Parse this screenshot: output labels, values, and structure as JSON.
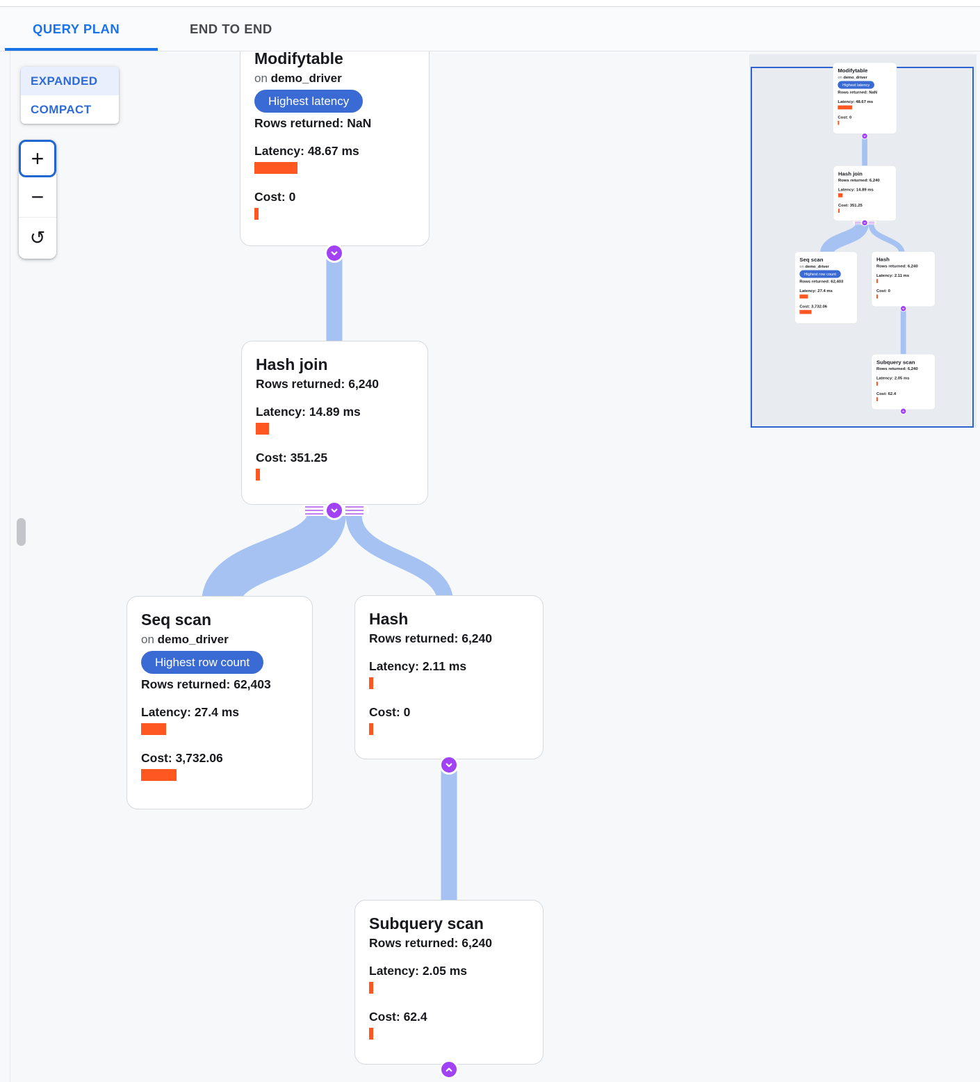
{
  "tabs": {
    "query_plan": "QUERY PLAN",
    "end_to_end": "END TO END"
  },
  "layout_toggle": {
    "expanded": "EXPANDED",
    "compact": "COMPACT",
    "selected": "EXPANDED"
  },
  "zoom_controls": {
    "zoom_in": "+",
    "zoom_out": "−",
    "reset": "↺"
  },
  "nodes": {
    "modifytable": {
      "title": "Modifytable",
      "on_prefix": "on",
      "table": "demo_driver",
      "badge": "Highest latency",
      "rows": "Rows returned: NaN",
      "latency": "Latency: 48.67 ms",
      "latency_bar": 62,
      "cost": "Cost: 0",
      "cost_bar": 6
    },
    "hash_join": {
      "title": "Hash join",
      "rows": "Rows returned: 6,240",
      "latency": "Latency: 14.89 ms",
      "latency_bar": 19,
      "cost": "Cost: 351.25",
      "cost_bar": 6
    },
    "seq_scan": {
      "title": "Seq scan",
      "on_prefix": "on",
      "table": "demo_driver",
      "badge": "Highest row count",
      "rows": "Rows returned: 62,403",
      "latency": "Latency: 27.4 ms",
      "latency_bar": 36,
      "cost": "Cost: 3,732.06",
      "cost_bar": 51
    },
    "hash": {
      "title": "Hash",
      "rows": "Rows returned: 6,240",
      "latency": "Latency: 2.11 ms",
      "latency_bar": 6,
      "cost": "Cost: 0",
      "cost_bar": 6
    },
    "subquery_scan": {
      "title": "Subquery scan",
      "rows": "Rows returned: 6,240",
      "latency": "Latency: 2.05 ms",
      "latency_bar": 6,
      "cost": "Cost: 62.4",
      "cost_bar": 6
    }
  },
  "colors": {
    "accent_blue": "#1a73e8",
    "badge_blue": "#3a6bd4",
    "bar_orange": "#ff5722",
    "edge_blue": "#a6c2f2",
    "connector_purple": "#a142f4",
    "stripe_purple": "#c07ef2",
    "minimap_border": "#2c63d1"
  }
}
